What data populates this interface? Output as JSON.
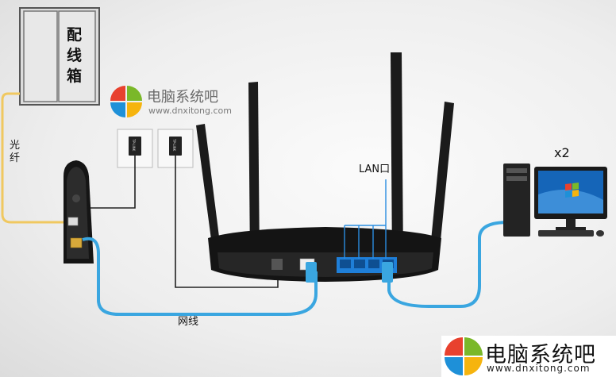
{
  "cabinet_label": [
    "配",
    "线",
    "箱"
  ],
  "fiber_label": [
    "光",
    "纤"
  ],
  "lan_label": "LAN口",
  "count_label": "x2",
  "cable_label": "网线",
  "wall_plate_text": "TP-LINK",
  "watermark_top": {
    "name": "电脑系统吧",
    "url": "www.dnxitong.com"
  },
  "watermark_bottom": {
    "name": "电脑系统吧",
    "url": "www.dnxitong.com"
  },
  "colors": {
    "ethernet": "#3aa6e0",
    "fiber": "#f0c860",
    "phone_wire": "#222222",
    "lan_port": "#1f7fd8",
    "logo": [
      "#e8412e",
      "#7ab829",
      "#1e90d8",
      "#f6b40e"
    ]
  }
}
